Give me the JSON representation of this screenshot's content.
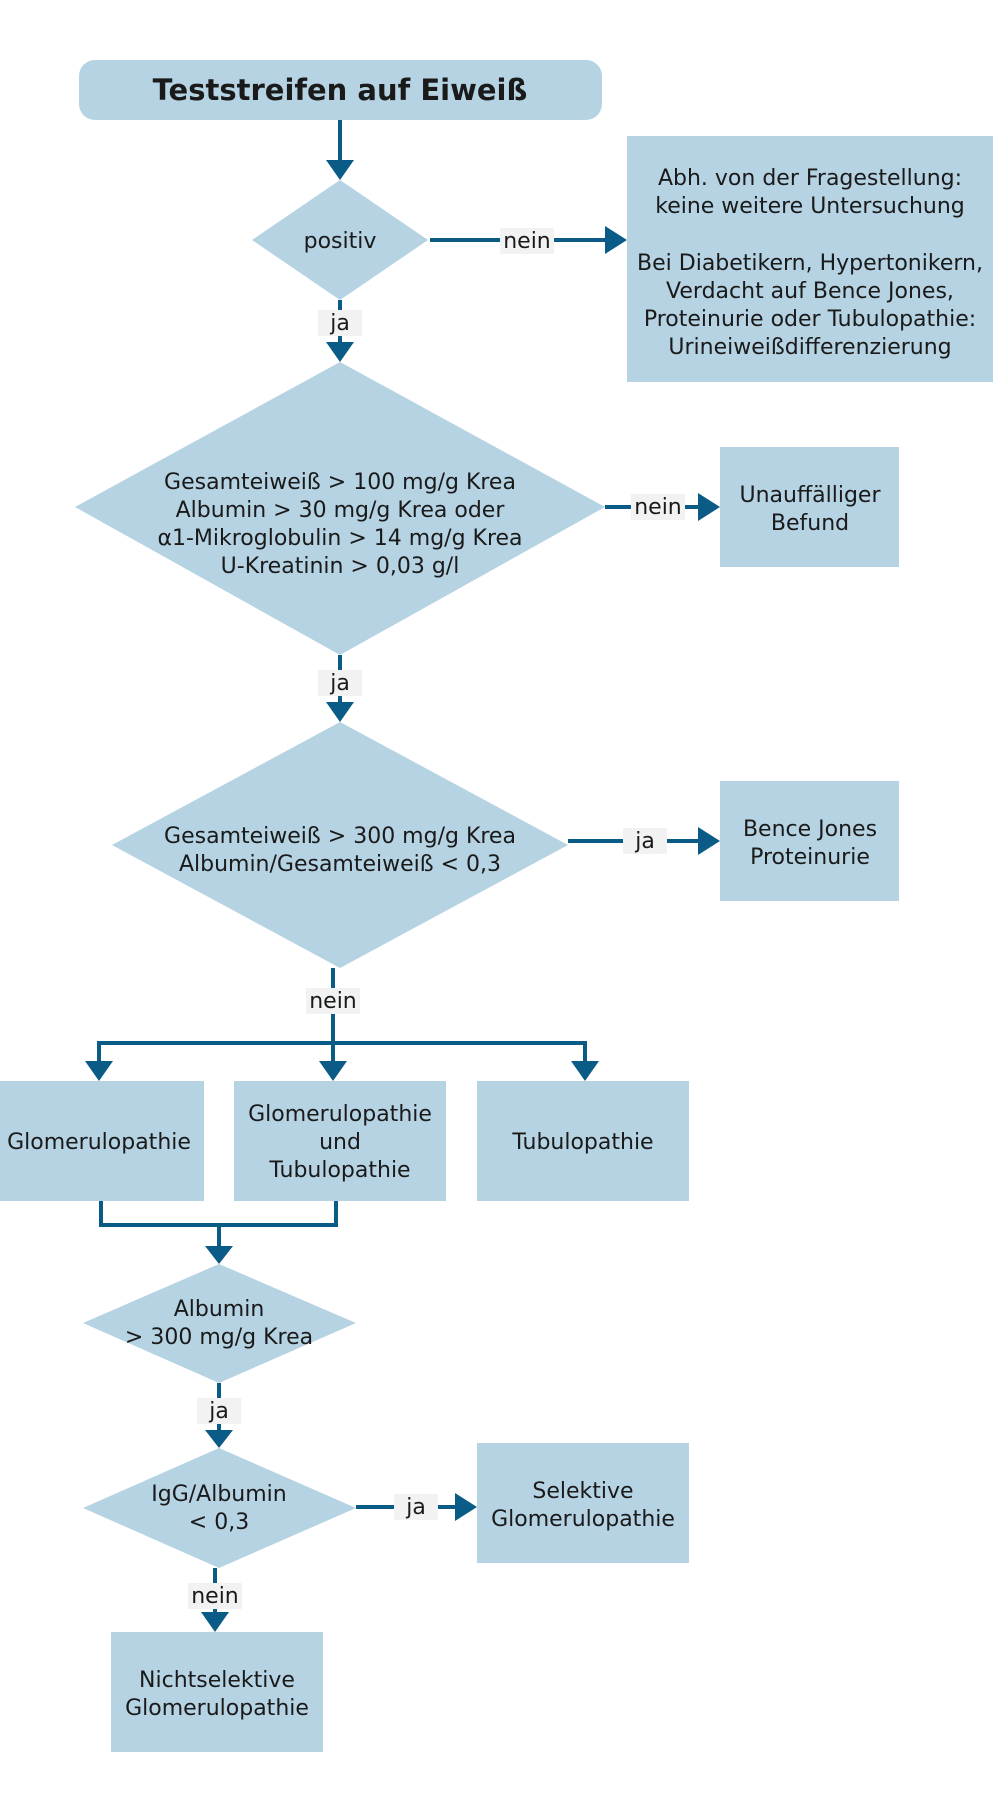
{
  "title": "Teststreifen auf Eiweiß",
  "nodes": {
    "positiv": "positiv",
    "no_further_line1": "Abh. von der Fragestellung:",
    "no_further_line2": "keine weitere Untersuchung",
    "diff_line1": "Bei Diabetikern, Hypertonikern,",
    "diff_line2": "Verdacht auf Bence Jones,",
    "diff_line3": "Proteinurie oder Tubulopathie:",
    "diff_line4": "Urineiweißdifferenzierung",
    "d2_line1": "Gesamteiweiß > 100 mg/g Krea",
    "d2_line2": "Albumin > 30 mg/g Krea oder",
    "d2_line3": "α1-Mikroglobulin > 14 mg/g Krea",
    "d2_line4": "U-Kreatinin > 0,03 g/l",
    "unauff_line1": "Unauffälliger",
    "unauff_line2": "Befund",
    "d3_line1": "Gesamteiweiß > 300 mg/g Krea",
    "d3_line2": "Albumin/Gesamteiweiß < 0,3",
    "bence_line1": "Bence Jones",
    "bence_line2": "Proteinurie",
    "glomerulopathie": "Glomerulopathie",
    "glomtub_line1": "Glomerulopathie",
    "glomtub_line2": "und",
    "glomtub_line3": "Tubulopathie",
    "tubulopathie": "Tubulopathie",
    "d4_line1": "Albumin",
    "d4_line2": "> 300 mg/g Krea",
    "d5_line1": "IgG/Albumin",
    "d5_line2": "< 0,3",
    "selective_line1": "Selektive",
    "selective_line2": "Glomerulopathie",
    "nonselective_line1": "Nichtselektive",
    "nonselective_line2": "Glomerulopathie"
  },
  "edges": {
    "e1": "nein",
    "e2": "ja",
    "e3": "nein",
    "e4": "ja",
    "e5": "ja",
    "e6": "nein",
    "e7": "ja",
    "e8": "ja",
    "e9": "nein"
  },
  "colors": {
    "node_fill": "#b6d3e3",
    "connector": "#0a5b86",
    "edge_label_bg": "#f2f2f2"
  }
}
